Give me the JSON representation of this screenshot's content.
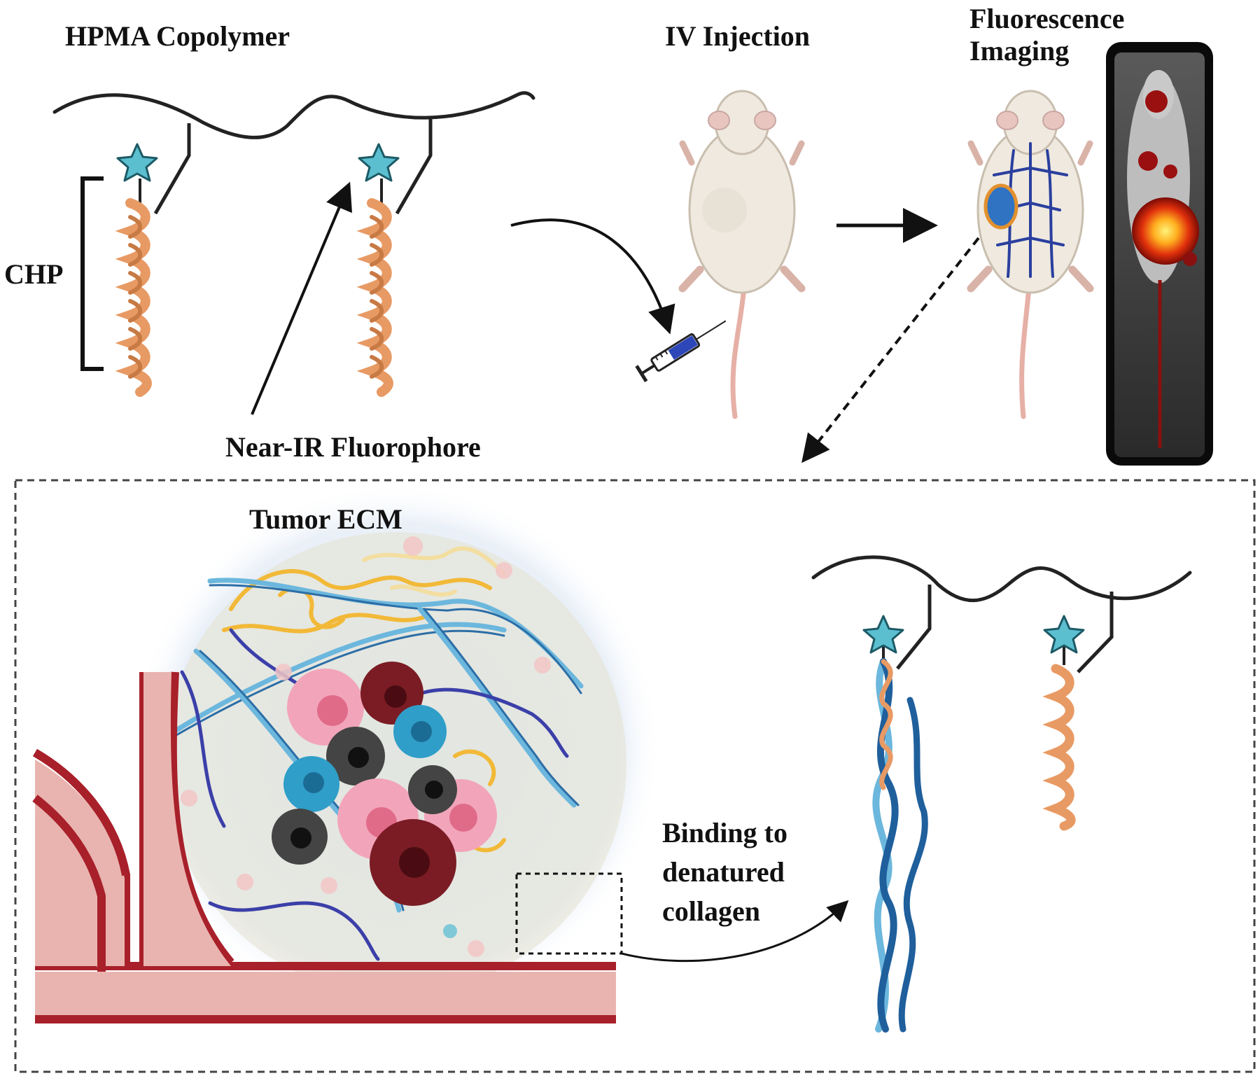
{
  "labels": {
    "hpma_copolymer": "HPMA Copolymer",
    "chp": "CHP",
    "near_ir_fluorophore": "Near-IR Fluorophore",
    "iv_injection": "IV Injection",
    "fluorescence_imaging": [
      "Fluorescence",
      "Imaging"
    ],
    "tumor_ecm": "Tumor ECM",
    "binding_to_denatured_collagen": [
      "Binding to",
      "denatured",
      "collagen"
    ]
  },
  "colors": {
    "chp_helix": "#e89a64",
    "chp_helix_dark": "#c87a45",
    "fluorophore_star": "#5bbfd0",
    "polymer_backbone": "#222222",
    "vessel_red": "#a8202a",
    "vessel_fill": "#e9b4b0",
    "collagen_light": "#6cb7dd",
    "collagen_dark": "#1f5f9c",
    "mouse_body": "#efe9df",
    "vein_blue": "#2a3f9e",
    "tumor_blue": "#2f73c2"
  }
}
